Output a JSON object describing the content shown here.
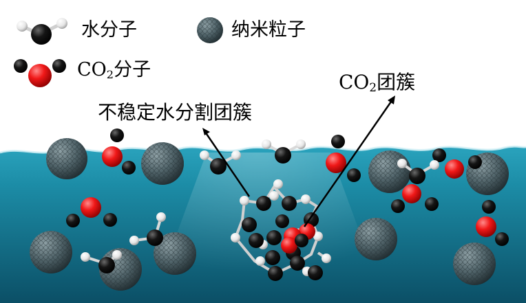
{
  "legend": {
    "water_molecule": "水分子",
    "nanoparticle": "纳米粒子",
    "co2_prefix": "CO",
    "co2_subscript": "2",
    "co2_suffix": "分子"
  },
  "callouts": {
    "co2_cluster_prefix": "CO",
    "co2_cluster_subscript": "2",
    "co2_cluster_suffix": "团簇",
    "unstable_water_cluster": "不稳定水分割团簇"
  },
  "colors": {
    "water_surface": "#1c8ca6",
    "water_deep": "#0b4f66",
    "nanoparticle": "#4a5c62",
    "oxygen": "#e01010",
    "carbon": "#0a0a0a",
    "hydrogen": "#f2f2f2"
  }
}
